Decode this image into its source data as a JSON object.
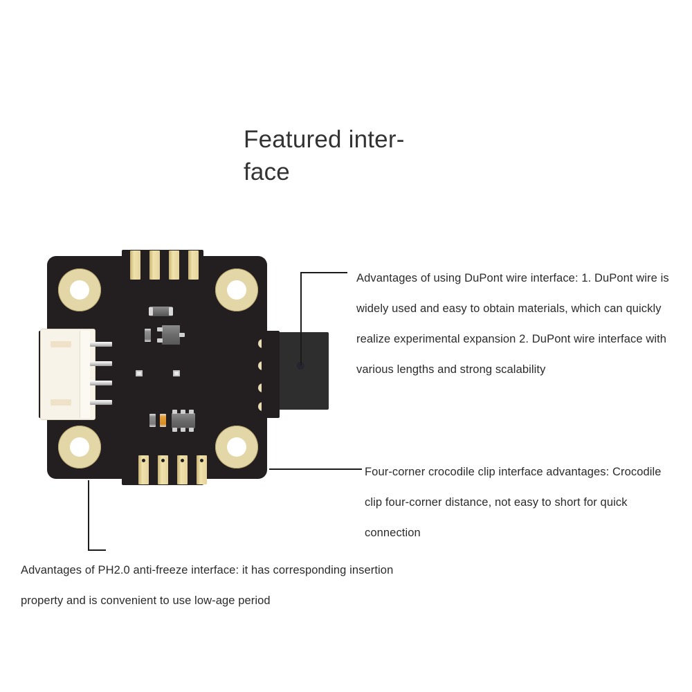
{
  "page": {
    "background_color": "#ffffff",
    "title": "Featured inter-\nface",
    "title_color": "#333333"
  },
  "callouts": [
    {
      "id": "dupont",
      "name": "dupont-wire-interface",
      "text": "Advantages of using DuPont wire interface: 1. DuPont wire is widely used and easy to obtain materials, which can quickly realize experimental expansion 2. DuPont wire interface with various lengths and strong scalability"
    },
    {
      "id": "crocodile",
      "name": "four-corner-crocodile-clip",
      "text": "Four-corner crocodile clip interface advantages: Crocodile clip four-corner distance, not easy to short for quick connection"
    },
    {
      "id": "ph20",
      "name": "ph20-anti-freeze-interface",
      "text": "Advantages of PH2.0 anti-freeze interface: it has corresponding insertion property and is convenient to use low-age period"
    }
  ],
  "board": {
    "label": "sensor-breakout-pcb",
    "colors": {
      "substrate": "#231f20",
      "gold_pad": "#e3d6a7",
      "connector_housing": "#f7f3e8",
      "text": "#2b2b2b",
      "leader_line": "#1b1b1b"
    },
    "features": {
      "crocodile_clip_pads": 4,
      "top_header_pads": 4,
      "bottom_header_pads": 4,
      "right_castellated_pads": 4,
      "ph20_connector_pins": 4
    }
  }
}
